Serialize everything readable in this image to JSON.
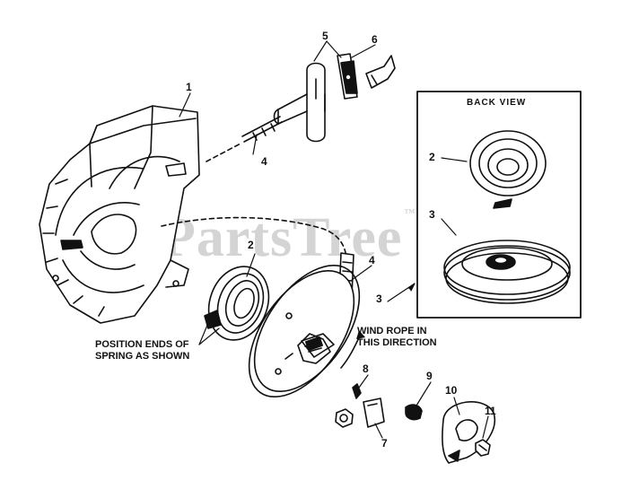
{
  "watermark": {
    "text": "PartsTree",
    "mark": "™"
  },
  "inset": {
    "title": "BACK VIEW"
  },
  "notes": {
    "spring_line1": "POSITION ENDS OF",
    "spring_line2": "SPRING AS SHOWN",
    "rope_line1": "WIND ROPE IN",
    "rope_line2": "THIS DIRECTION"
  },
  "callouts": {
    "housing": "1",
    "spring": "2",
    "pulley": "3",
    "rope": "4",
    "handle": "5",
    "handle_insert": "6",
    "pawl": "7",
    "pawl_spring": "8",
    "brake_spring": "9",
    "retainer": "10",
    "screw": "11"
  },
  "colors": {
    "ink": "#111111",
    "watermark": "#d4d4d4",
    "background": "#ffffff"
  }
}
